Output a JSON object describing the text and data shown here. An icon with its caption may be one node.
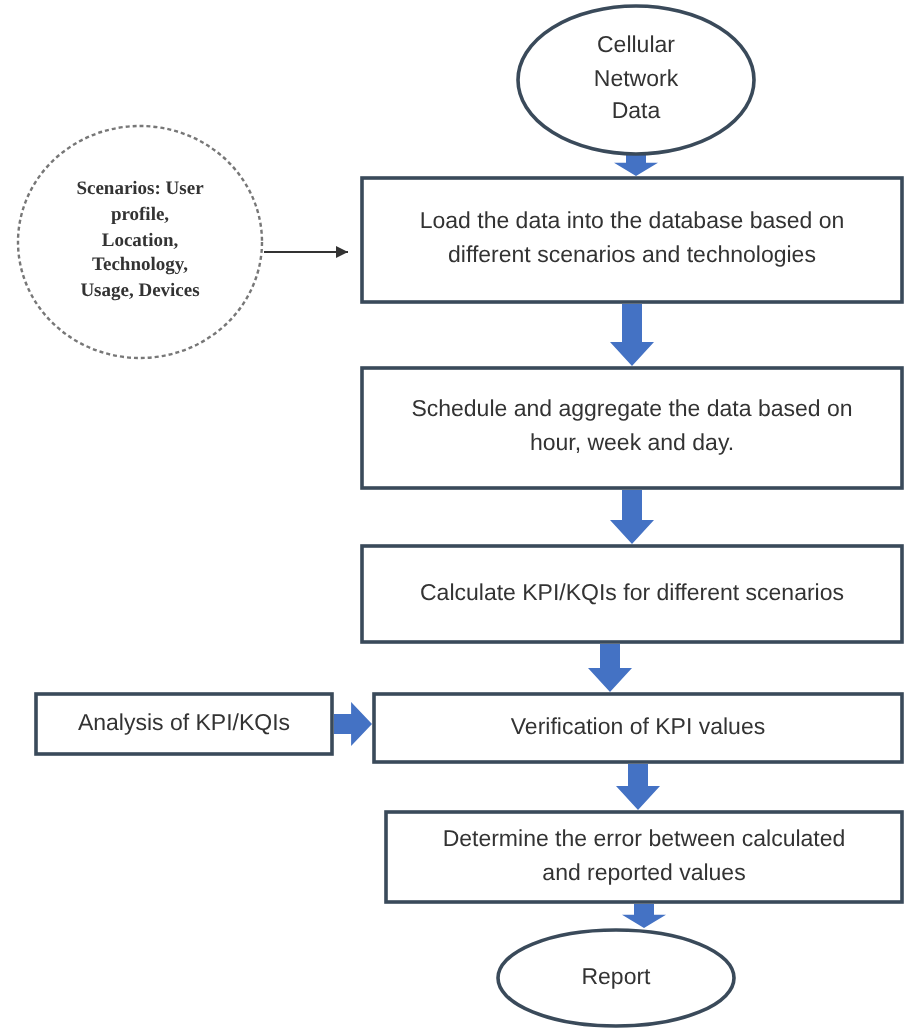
{
  "diagram": {
    "nodes": [
      {
        "text": [
          "Cellular Network Data"
        ]
      },
      {
        "text": [
          "Scenarios: User profile, Location, Technology, Usage, Devices"
        ]
      },
      {
        "text": [
          "Load the data into the database based on different scenarios and technologies"
        ]
      },
      {
        "text": [
          "Schedule and aggregate the data based on hour, week and day."
        ]
      },
      {
        "text": [
          "Calculate KPI/KQIs for different scenarios"
        ]
      },
      {
        "text": [
          "Analysis  of KPI/KQIs"
        ]
      },
      {
        "text": [
          "Verification of KPI values"
        ]
      },
      {
        "text": [
          "Determine the error between calculated and  reported values"
        ]
      },
      {
        "text": [
          "Report"
        ]
      }
    ],
    "edges": [
      {
        "from": 0,
        "to": 2,
        "arrow": "to",
        "style": "thick",
        "color": "#4472c4"
      },
      {
        "from": 1,
        "to": 2,
        "arrow": "to"
      },
      {
        "from": 2,
        "to": 3,
        "arrow": "to",
        "style": "thick",
        "color": "#4472c4"
      },
      {
        "from": 3,
        "to": 4,
        "arrow": "to",
        "style": "thick",
        "color": "#4472c4"
      },
      {
        "from": 4,
        "to": 6,
        "arrow": "to",
        "style": "thick",
        "color": "#4472c4"
      },
      {
        "from": 5,
        "to": 6,
        "arrow": "to",
        "style": "thick",
        "color": "#4472c4"
      },
      {
        "from": 6,
        "to": 7,
        "arrow": "to",
        "style": "thick",
        "color": "#4472c4"
      },
      {
        "from": 7,
        "to": 8,
        "arrow": "to",
        "style": "thick",
        "color": "#4472c4"
      }
    ]
  }
}
